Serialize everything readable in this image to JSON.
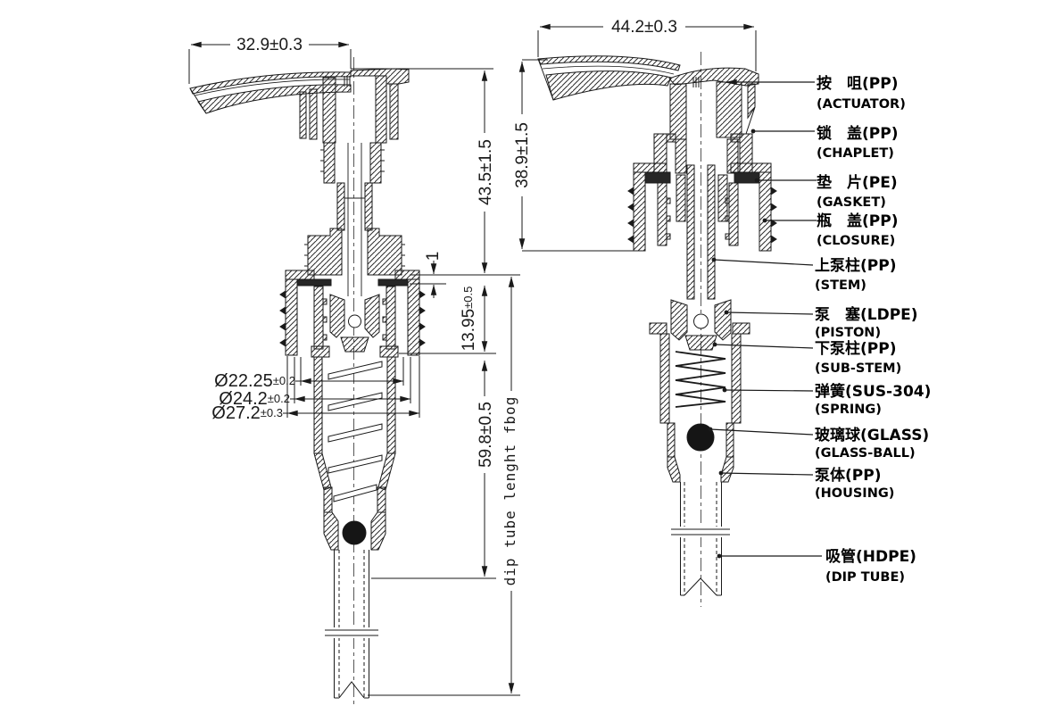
{
  "views": {
    "left": {
      "dims": {
        "spout_width": "32.9±0.3",
        "head_height": "43.5±1.5",
        "gasket_gap": "1",
        "closure_depth": "13.95",
        "closure_depth_tol": "±0.5",
        "dia_inner": "Ø22.25",
        "dia_inner_tol": "±0.2",
        "dia_mid": "Ø24.2",
        "dia_mid_tol": "±0.2",
        "dia_outer": "Ø27.2",
        "dia_outer_tol": "±0.3",
        "housing_length": "59.8±0.5",
        "dip_tube_note": "dip tube lenght fbog"
      }
    },
    "right": {
      "dims": {
        "spout_width": "44.2±0.3",
        "head_height": "38.9±1.5"
      }
    }
  },
  "parts": [
    {
      "zh": "按　咀(PP)",
      "en": "(ACTUATOR)"
    },
    {
      "zh": "锁　盖(PP)",
      "en": "(CHAPLET)"
    },
    {
      "zh": "垫　片(PE)",
      "en": "(GASKET)"
    },
    {
      "zh": "瓶　盖(PP)",
      "en": "(CLOSURE)"
    },
    {
      "zh": "上泵柱(PP)",
      "en": "(STEM)"
    },
    {
      "zh": "泵　塞(LDPE)",
      "en": "(PISTON)"
    },
    {
      "zh": "下泵柱(PP)",
      "en": "(SUB-STEM)"
    },
    {
      "zh": "弹簧(SUS-304)",
      "en": "(SPRING)"
    },
    {
      "zh": "玻璃球(GLASS)",
      "en": "(GLASS-BALL)"
    },
    {
      "zh": "泵体(PP)",
      "en": "(HOUSING)"
    },
    {
      "zh": "吸管(HDPE)",
      "en": "(DIP TUBE)"
    }
  ]
}
